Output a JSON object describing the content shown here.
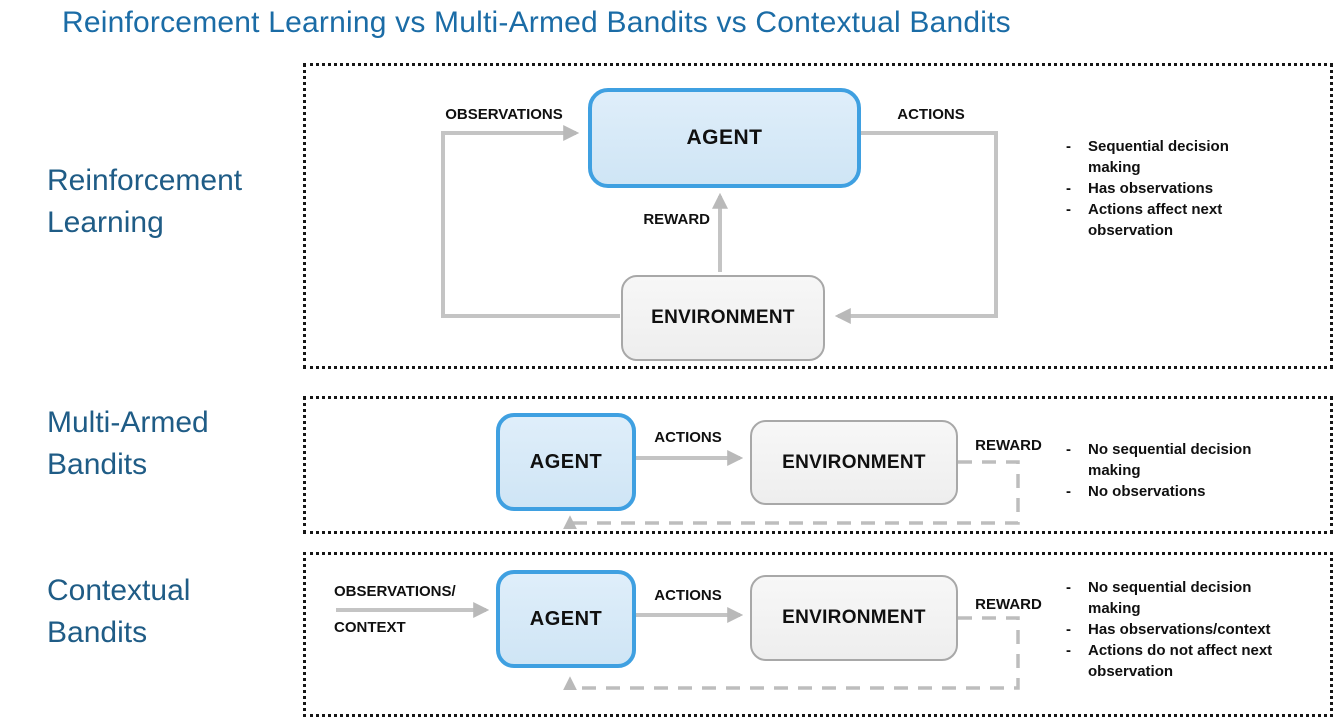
{
  "title": "Reinforcement Learning vs Multi-Armed Bandits vs Contextual Bandits",
  "bullet_marker": "-",
  "colors": {
    "title_blue": "#1B6CA6",
    "side_label_blue": "#1F5C86",
    "agent_fill": "#D7E9F8",
    "agent_border": "#3FA0E1",
    "environment_fill": "#F2F2F2",
    "environment_border": "#A8A8A8",
    "arrow_gray": "#C4C4C4",
    "dashed_gray": "#BDBDBD",
    "text_black": "#101010"
  },
  "panels": [
    {
      "name": "reinforcement-learning",
      "side_label_lines": [
        "Reinforcement",
        "Learning"
      ],
      "agent": "AGENT",
      "environment": "ENVIRONMENT",
      "labels": {
        "observations": "OBSERVATIONS",
        "actions": "ACTIONS",
        "reward": "REWARD"
      },
      "bullets": [
        "Sequential decision making",
        "Has observations",
        "Actions affect next observation"
      ]
    },
    {
      "name": "multi-armed-bandits",
      "side_label_lines": [
        "Multi-Armed",
        "Bandits"
      ],
      "agent": "AGENT",
      "environment": "ENVIRONMENT",
      "labels": {
        "actions": "ACTIONS",
        "reward": "REWARD"
      },
      "bullets": [
        "No sequential decision making",
        "No observations"
      ]
    },
    {
      "name": "contextual-bandits",
      "side_label_lines": [
        "Contextual",
        "Bandits"
      ],
      "agent": "AGENT",
      "environment": "ENVIRONMENT",
      "labels": {
        "observations_line1": "OBSERVATIONS/",
        "observations_line2": "CONTEXT",
        "actions": "ACTIONS",
        "reward": "REWARD"
      },
      "bullets": [
        "No sequential decision making",
        "Has observations/context",
        "Actions do not affect next observation"
      ]
    }
  ]
}
